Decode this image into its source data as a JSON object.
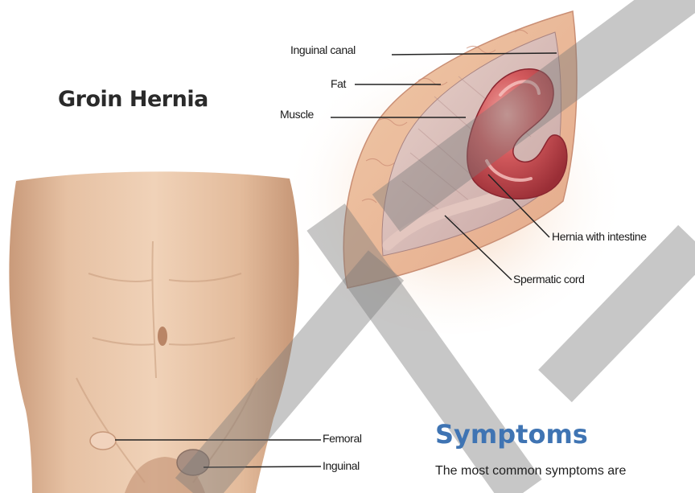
{
  "title": "Groin Hernia",
  "labels": {
    "inguinal_canal": "Inguinal canal",
    "fat": "Fat",
    "muscle": "Muscle",
    "hernia_with_intestine": "Hernia with intestine",
    "spermatic_cord": "Spermatic cord",
    "femoral": "Femoral",
    "inguinal": "Inguinal"
  },
  "symptoms": {
    "heading": "Symptoms",
    "intro": "The most common symptoms are"
  },
  "colors": {
    "heading_blue": "#3f74b3",
    "skin": "#e8c2a4",
    "intestine": "#c9454b",
    "watermark": "#7a7a7a"
  }
}
